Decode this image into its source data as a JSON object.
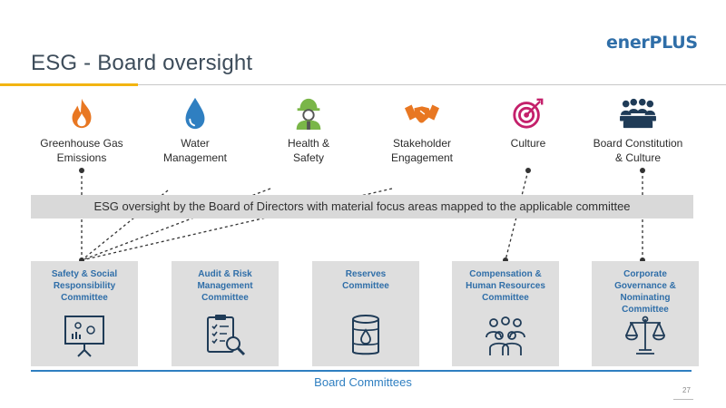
{
  "header": {
    "title": "ESG - Board oversight",
    "logo_text": "ener",
    "logo_plus": "PLUS"
  },
  "topics": [
    {
      "label": "Greenhouse Gas\nEmissions",
      "icon": "flame-icon"
    },
    {
      "label": "Water\nManagement",
      "icon": "water-drop-icon"
    },
    {
      "label": "Health &\nSafety",
      "icon": "hard-hat-worker-icon"
    },
    {
      "label": "Stakeholder\nEngagement",
      "icon": "handshake-icon"
    },
    {
      "label": "Culture",
      "icon": "target-icon"
    },
    {
      "label": "Board Constitution\n& Culture",
      "icon": "board-meeting-icon"
    }
  ],
  "band_text": "ESG oversight by the Board of Directors with material focus areas mapped to the applicable committee",
  "committees": [
    {
      "label": "Safety & Social\nResponsibility\nCommittee",
      "icon": "presentation-board-icon"
    },
    {
      "label": "Audit & Risk\nManagement\nCommittee",
      "icon": "clipboard-magnifier-icon"
    },
    {
      "label": "Reserves\nCommittee",
      "icon": "oil-barrel-icon"
    },
    {
      "label": "Compensation &\nHuman Resources\nCommittee",
      "icon": "people-group-icon"
    },
    {
      "label": "Corporate\nGovernance &\nNominating\nCommittee",
      "icon": "scales-icon"
    }
  ],
  "footer": "Board Committees",
  "page_number": "27",
  "colors": {
    "accent": "#f2b411",
    "orange": "#e87722",
    "blue": "#2f7fc1",
    "green": "#7ab648",
    "magenta": "#c4206b",
    "navy": "#1f3b57"
  }
}
